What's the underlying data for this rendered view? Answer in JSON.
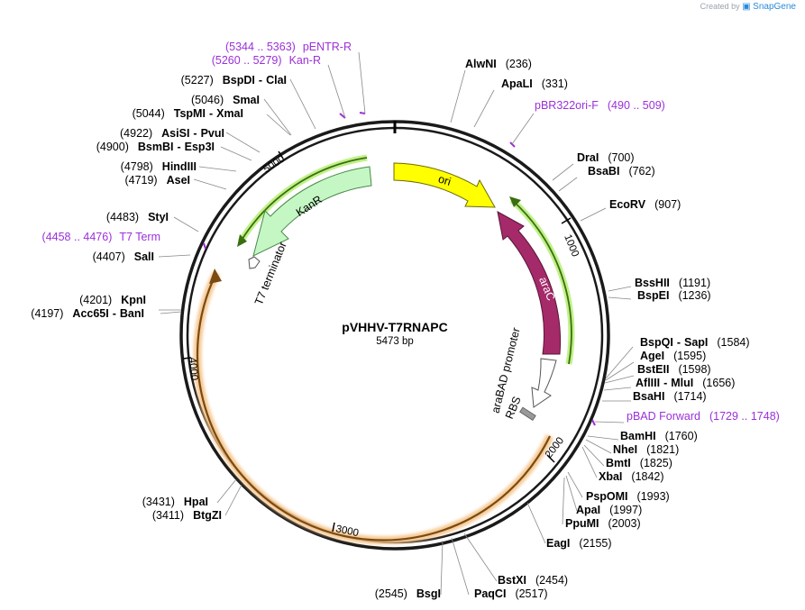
{
  "credit": {
    "prefix": "Created by",
    "brand": "SnapGene"
  },
  "plasmid": {
    "name": "pVHHV-T7RNAPC",
    "length": "5473 bp"
  },
  "features": [
    {
      "name": "ori",
      "color": "#ffff00"
    },
    {
      "name": "araC",
      "color": "#a52a6a"
    },
    {
      "name": "araBAD promoter",
      "color": "#ffffff"
    },
    {
      "name": "RBS",
      "color": "#999999"
    },
    {
      "name": "KanR",
      "color": "#c5f7c5"
    },
    {
      "name": "T7 terminator",
      "color": "#ffffff"
    }
  ],
  "ticks": [
    "1000",
    "2000",
    "3000",
    "4000",
    "5000"
  ],
  "sites": [
    {
      "name": "AlwNI",
      "pos": "(236)"
    },
    {
      "name": "ApaLI",
      "pos": "(331)"
    },
    {
      "name": "DraI",
      "pos": "(700)"
    },
    {
      "name": "BsaBI",
      "pos": "(762)"
    },
    {
      "name": "EcoRV",
      "pos": "(907)"
    },
    {
      "name": "BssHII",
      "pos": "(1191)"
    },
    {
      "name": "BspEI",
      "pos": "(1236)"
    },
    {
      "name": "BspQI",
      "name2": "SapI",
      "pos": "(1584)"
    },
    {
      "name": "AgeI",
      "pos": "(1595)"
    },
    {
      "name": "BstEII",
      "pos": "(1598)"
    },
    {
      "name": "AflIII",
      "name2": "MluI",
      "pos": "(1656)"
    },
    {
      "name": "BsaHI",
      "pos": "(1714)"
    },
    {
      "name": "BamHI",
      "pos": "(1760)"
    },
    {
      "name": "NheI",
      "pos": "(1821)"
    },
    {
      "name": "BmtI",
      "pos": "(1825)"
    },
    {
      "name": "XbaI",
      "pos": "(1842)"
    },
    {
      "name": "PspOMI",
      "pos": "(1993)"
    },
    {
      "name": "ApaI",
      "pos": "(1997)"
    },
    {
      "name": "PpuMI",
      "pos": "(2003)"
    },
    {
      "name": "EagI",
      "pos": "(2155)"
    },
    {
      "name": "BstXI",
      "pos": "(2454)"
    },
    {
      "name": "PaqCI",
      "pos": "(2517)"
    },
    {
      "name": "BsgI",
      "pos": "(2545)"
    },
    {
      "name": "BtgZI",
      "pos": "(3411)"
    },
    {
      "name": "HpaI",
      "pos": "(3431)"
    },
    {
      "name": "BanI",
      "name2": "Acc65I",
      "pos": "(4197)"
    },
    {
      "name": "KpnI",
      "pos": "(4201)"
    },
    {
      "name": "SalI",
      "pos": "(4407)"
    },
    {
      "name": "StyI",
      "pos": "(4483)"
    },
    {
      "name": "AseI",
      "pos": "(4719)"
    },
    {
      "name": "HindIII",
      "pos": "(4798)"
    },
    {
      "name": "BsmBI",
      "name2": "Esp3I",
      "pos": "(4900)"
    },
    {
      "name": "AsiSI",
      "name2": "PvuI",
      "pos": "(4922)"
    },
    {
      "name": "TspMI",
      "name2": "XmaI",
      "pos": "(5044)"
    },
    {
      "name": "SmaI",
      "pos": "(5046)"
    },
    {
      "name": "BspDI",
      "name2": "ClaI",
      "pos": "(5227)"
    }
  ],
  "primers": [
    {
      "name": "pBR322ori-F",
      "range": "(490 .. 509)"
    },
    {
      "name": "pBAD Forward",
      "range": "(1729 .. 1748)"
    },
    {
      "name": "T7 Term",
      "range": "(4458 .. 4476)"
    },
    {
      "name": "Kan-R",
      "range": "(5260 .. 5279)"
    },
    {
      "name": "pENTR-R",
      "range": "(5344 .. 5363)"
    }
  ]
}
